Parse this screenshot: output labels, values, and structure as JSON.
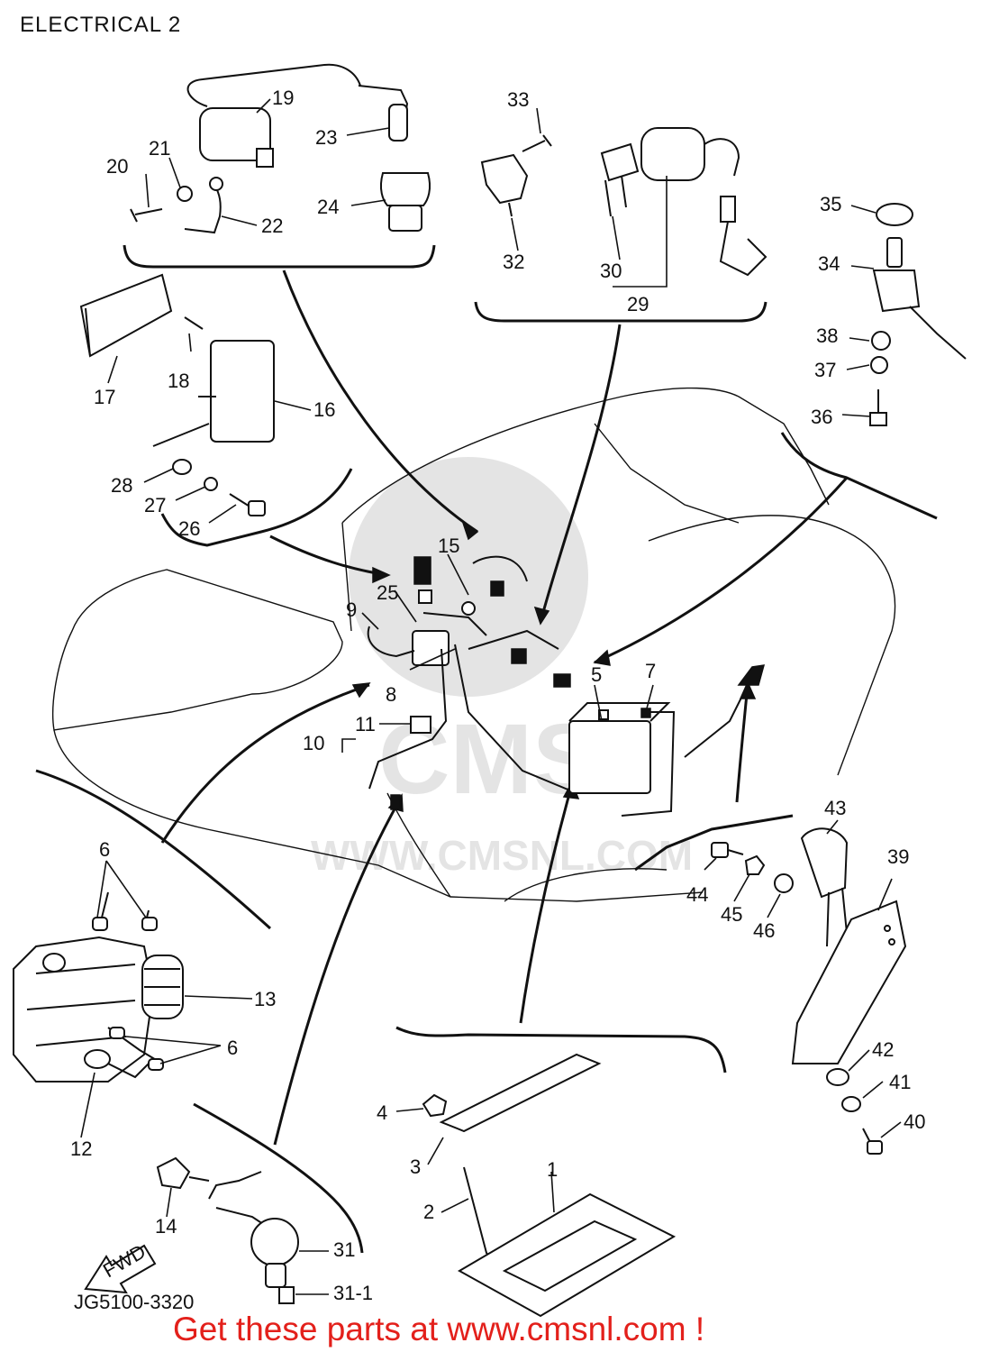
{
  "page": {
    "title": "ELECTRICAL 2"
  },
  "drawing_code": "JG5100-3320",
  "promo_banner": "Get these parts at www.cmsnl.com !",
  "watermark": {
    "text": "WWW.CMSNL.COM",
    "logo_text": "CMS"
  },
  "fwd_badge": "FWD",
  "colors": {
    "line": "#111111",
    "banner_red": "#e3201b",
    "watermark_gray": "#cfcfcf"
  },
  "callouts": {
    "p1": "1",
    "p2": "2",
    "p3": "3",
    "p4": "4",
    "p5": "5",
    "p6a": "6",
    "p6b": "6",
    "p7": "7",
    "p8": "8",
    "p9": "9",
    "p10": "10",
    "p11": "11",
    "p12": "12",
    "p13": "13",
    "p14": "14",
    "p15": "15",
    "p16": "16",
    "p17": "17",
    "p18": "18",
    "p19": "19",
    "p20": "20",
    "p21": "21",
    "p22": "22",
    "p23": "23",
    "p24": "24",
    "p25": "25",
    "p26": "26",
    "p27": "27",
    "p28": "28",
    "p29": "29",
    "p30": "30",
    "p31": "31",
    "p31_1": "31-1",
    "p32": "32",
    "p33": "33",
    "p34": "34",
    "p35": "35",
    "p36": "36",
    "p37": "37",
    "p38": "38",
    "p39": "39",
    "p40": "40",
    "p41": "41",
    "p42": "42",
    "p43": "43",
    "p44": "44",
    "p45": "45",
    "p46": "46"
  }
}
